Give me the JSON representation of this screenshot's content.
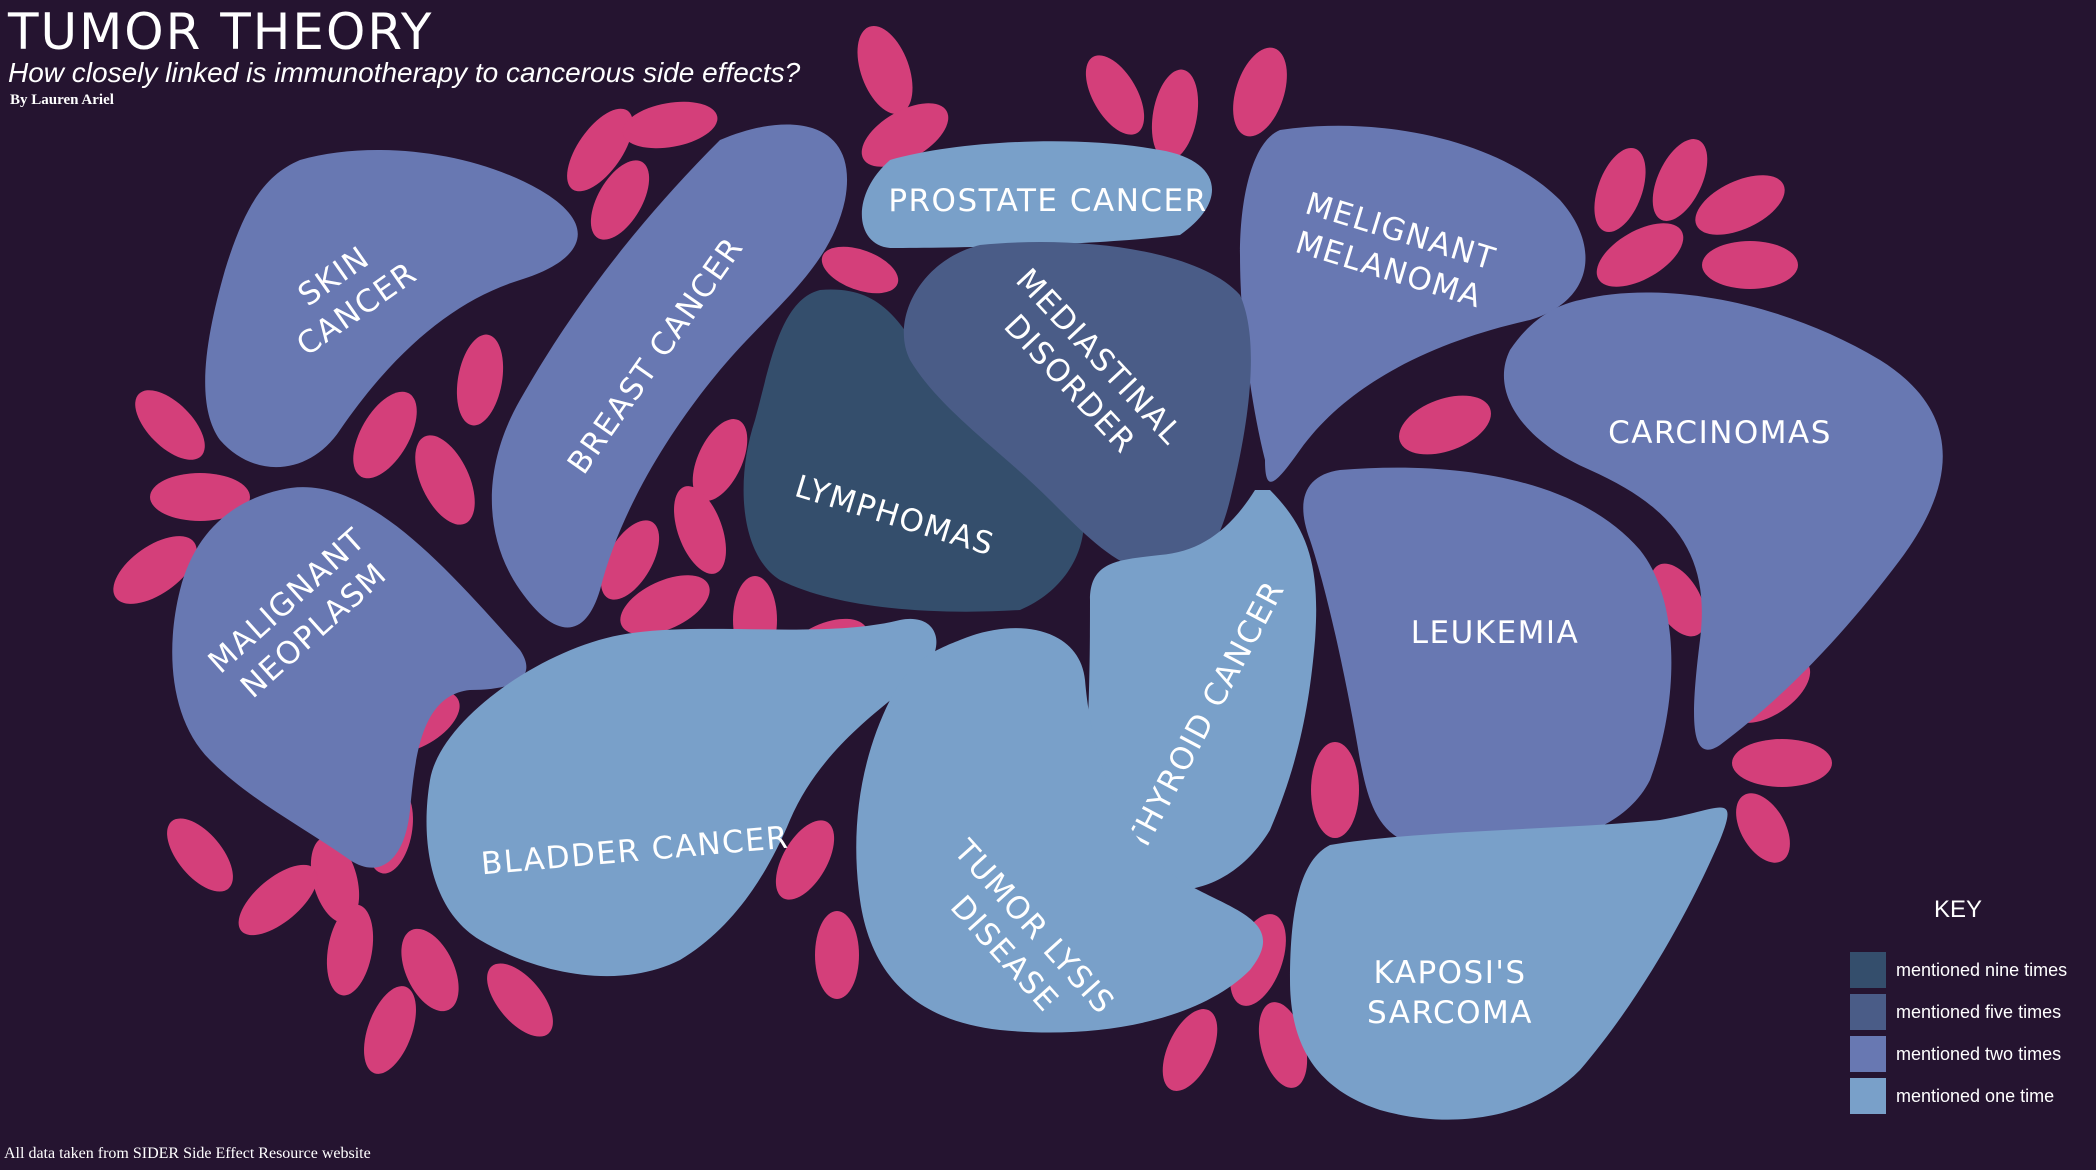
{
  "header": {
    "title": "TUMOR THEORY",
    "subtitle": "How closely linked is immunotherapy to cancerous side effects?",
    "byline": "By Lauren Ariel"
  },
  "footer": {
    "source": "All data taken from SIDER Side Effect Resource website"
  },
  "colors": {
    "background": "#251430",
    "nine": "#344e6c",
    "five": "#4a5c87",
    "two": "#6878b2",
    "one": "#79a0c9",
    "petal": "#d43f7a"
  },
  "blobs": [
    {
      "name": "Skin Cancer",
      "lines": [
        "SKIN",
        "CANCER"
      ],
      "mentions": "two"
    },
    {
      "name": "Breast Cancer",
      "lines": [
        "BREAST CANCER"
      ],
      "mentions": "two"
    },
    {
      "name": "Prostate Cancer",
      "lines": [
        "PROSTATE CANCER"
      ],
      "mentions": "one"
    },
    {
      "name": "Melignant Melanoma",
      "lines": [
        "MELIGNANT",
        "MELANOMA"
      ],
      "mentions": "two"
    },
    {
      "name": "Carcinomas",
      "lines": [
        "CARCINOMAS"
      ],
      "mentions": "two"
    },
    {
      "name": "Lymphomas",
      "lines": [
        "LYMPHOMAS"
      ],
      "mentions": "nine"
    },
    {
      "name": "Mediastinal Disorder",
      "lines": [
        "MEDIASTINAL",
        "DISORDER"
      ],
      "mentions": "five"
    },
    {
      "name": "Malignant Neoplasm",
      "lines": [
        "MALIGNANT",
        "NEOPLASM"
      ],
      "mentions": "two"
    },
    {
      "name": "Leukemia",
      "lines": [
        "LEUKEMIA"
      ],
      "mentions": "two"
    },
    {
      "name": "Thyroid Cancer",
      "lines": [
        "THYROID CANCER"
      ],
      "mentions": "one"
    },
    {
      "name": "Bladder Cancer",
      "lines": [
        "BLADDER CANCER"
      ],
      "mentions": "one"
    },
    {
      "name": "Tumor Lysis Disease",
      "lines": [
        "TUMOR LYSIS",
        "DISEASE"
      ],
      "mentions": "one"
    },
    {
      "name": "Kaposi's Sarcoma",
      "lines": [
        "KAPOSI'S",
        "SARCOMA"
      ],
      "mentions": "one"
    }
  ],
  "key": {
    "title": "KEY",
    "items": [
      {
        "level": "nine",
        "label": "mentioned nine times"
      },
      {
        "level": "five",
        "label": "mentioned five times"
      },
      {
        "level": "two",
        "label": "mentioned two times"
      },
      {
        "level": "one",
        "label": "mentioned one time"
      }
    ]
  }
}
